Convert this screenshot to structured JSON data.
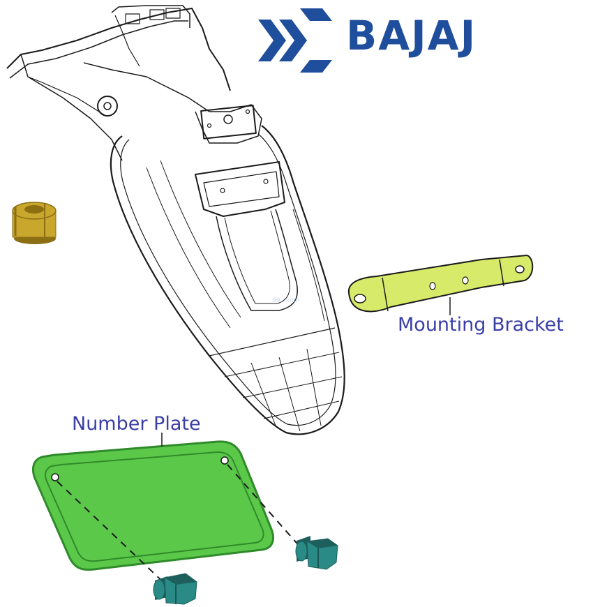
{
  "brand": {
    "name": "BAJAJ",
    "color": "#1f4e9c"
  },
  "labels": {
    "mounting_bracket": "Mounting Bracket",
    "number_plate": "Number Plate",
    "color": "#3a3fa6"
  },
  "watermark": "99...com",
  "colors": {
    "outline": "#1a1a1a",
    "bracket_fill": "#d7ea6a",
    "plate_fill": "#5bc84a",
    "plate_edge": "#2f8a2a",
    "bolt_fill": "#2a8a86",
    "bolt_dark": "#1c5f5c",
    "nut_fill": "#c9a62c",
    "nut_dark": "#8c6f12"
  }
}
